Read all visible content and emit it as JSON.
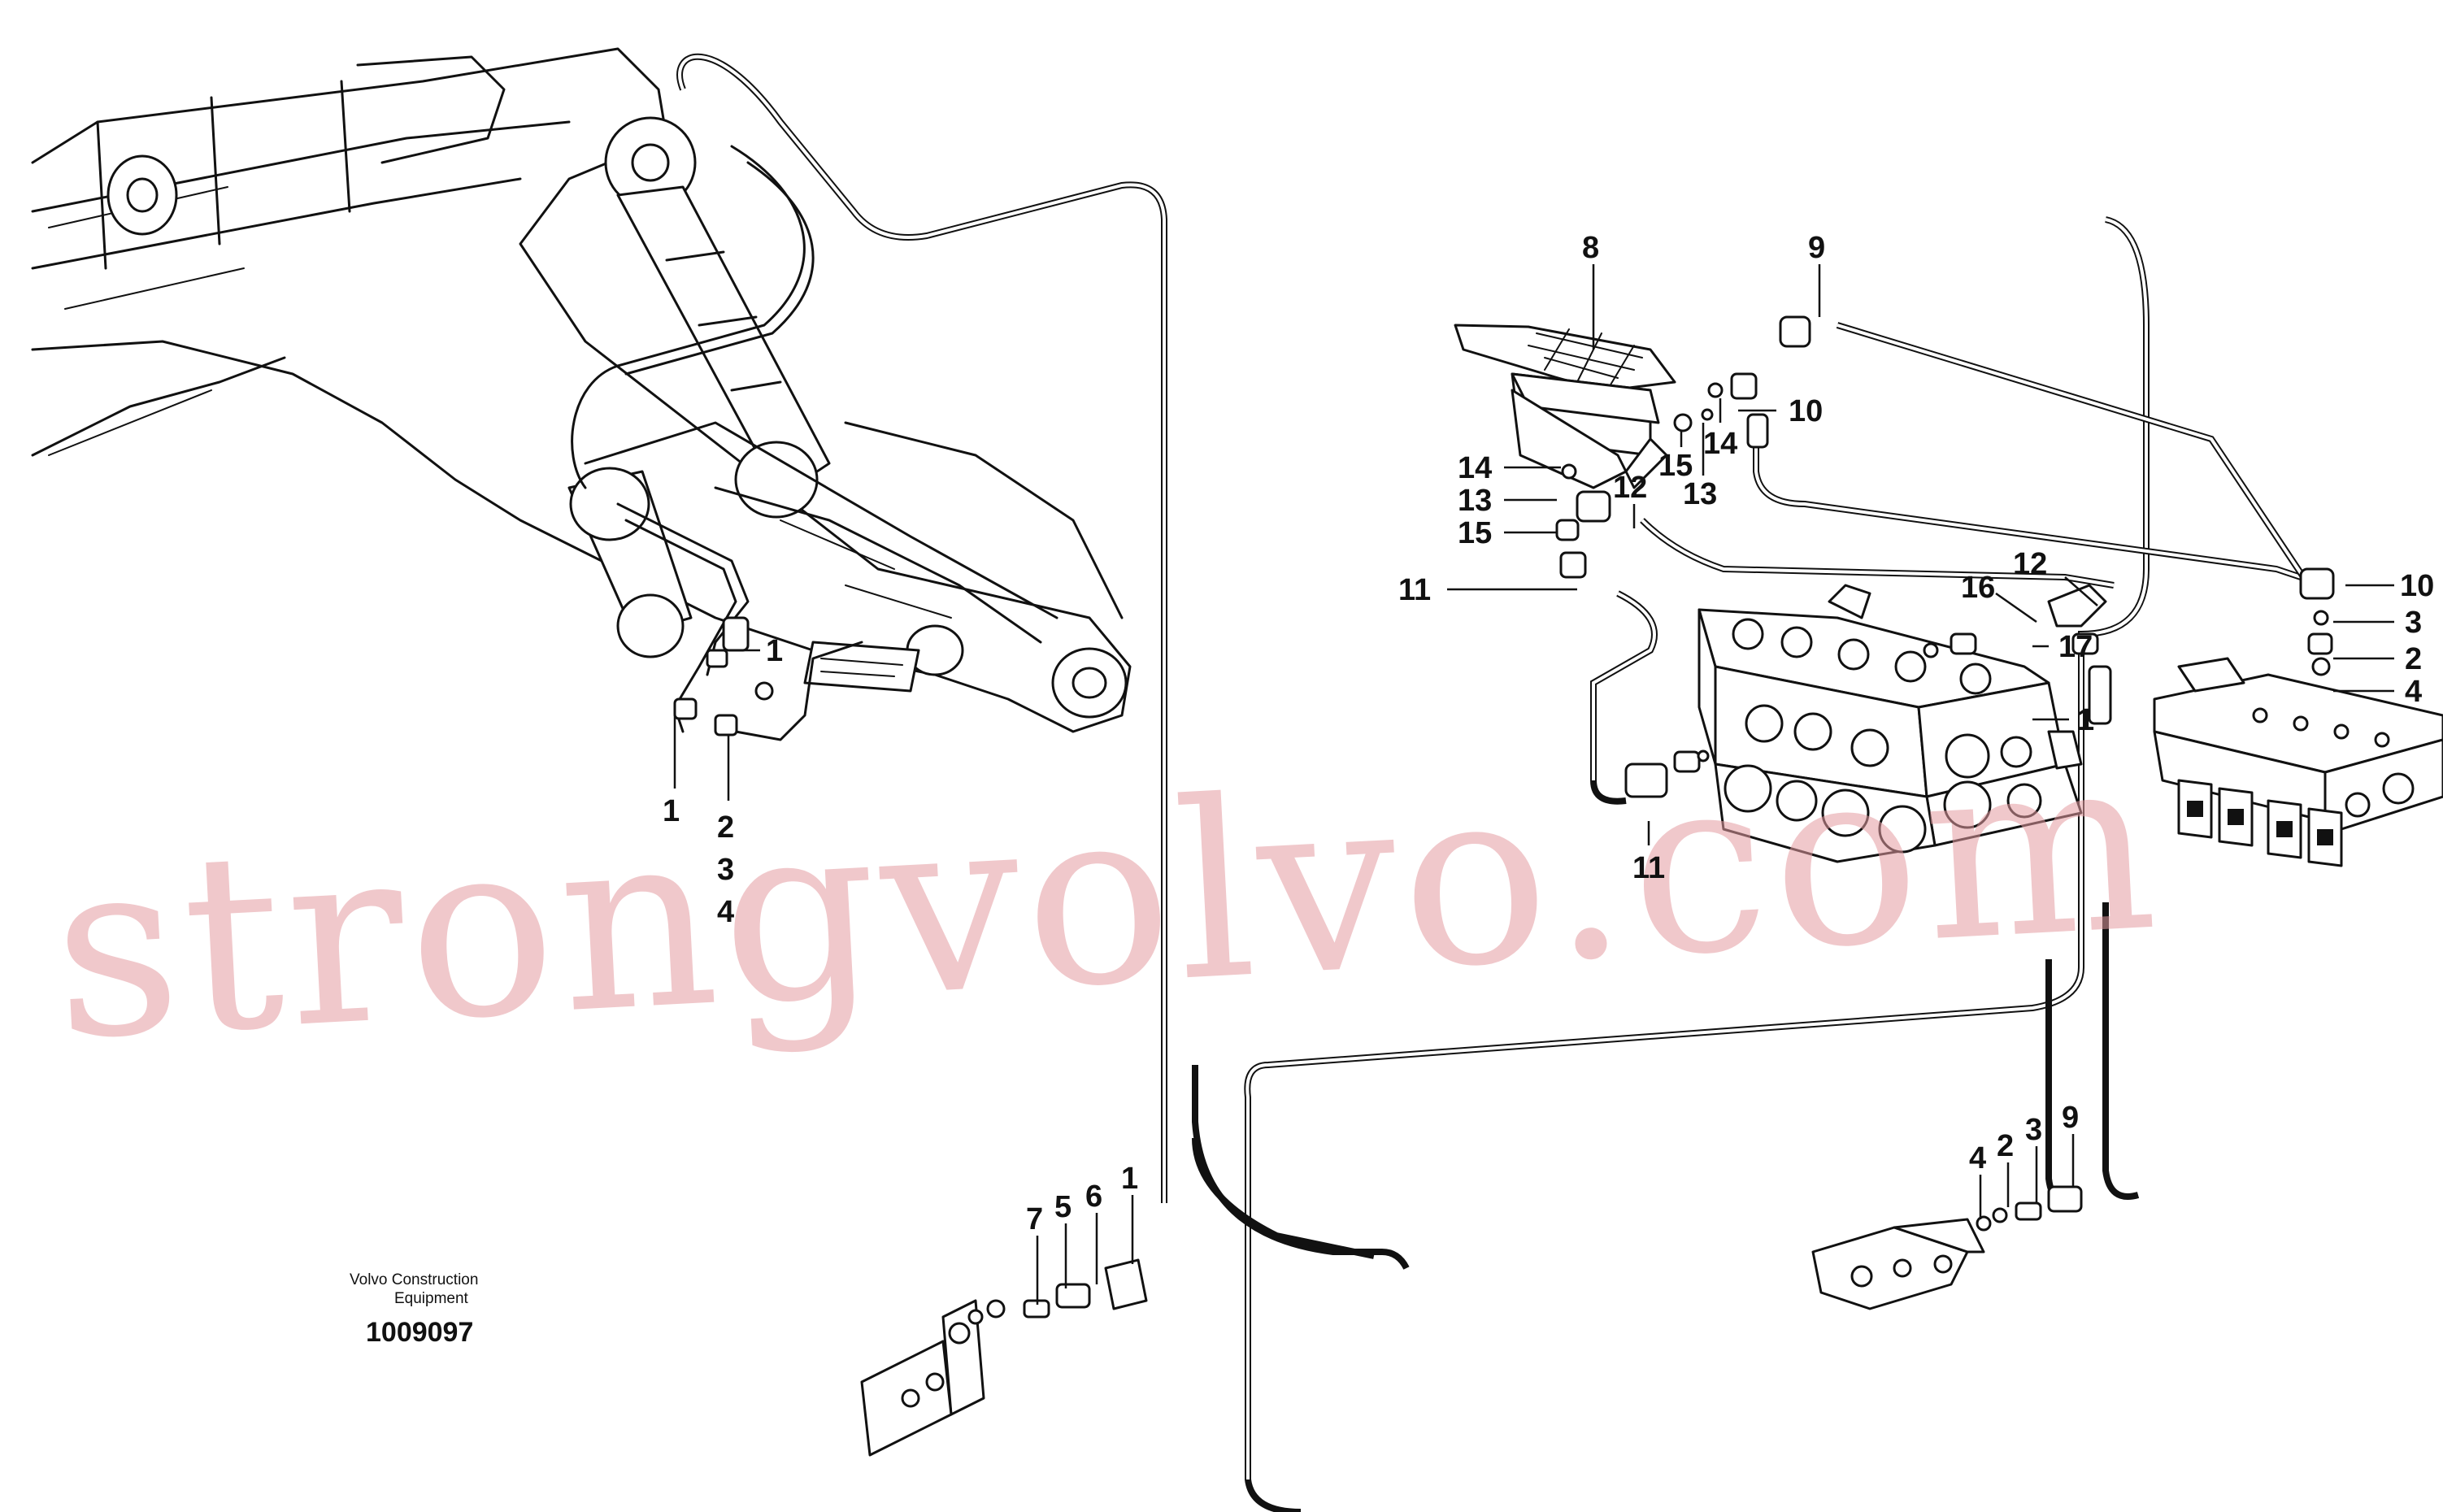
{
  "watermark": "strongvolvo.com",
  "caption": {
    "company_line1": "Volvo Construction",
    "company_line2": "Equipment",
    "drawing_number": "1009097"
  },
  "callouts": {
    "c1_a": "1",
    "c1_b": "1",
    "c1_c": "1",
    "c1_d": "1",
    "c2_a": "2",
    "c2_b": "2",
    "c2_c": "2",
    "c3_a": "3",
    "c3_b": "3",
    "c3_c": "3",
    "c4_a": "4",
    "c4_b": "4",
    "c4_c": "4",
    "c5": "5",
    "c6": "6",
    "c7": "7",
    "c8": "8",
    "c9_a": "9",
    "c9_b": "9",
    "c10_a": "10",
    "c10_b": "10",
    "c11_a": "11",
    "c11_b": "11",
    "c12_a": "12",
    "c12_b": "12",
    "c13_a": "13",
    "c13_b": "13",
    "c14_a": "14",
    "c14_b": "14",
    "c15_a": "15",
    "c15_b": "15",
    "c16": "16",
    "c17": "17"
  }
}
